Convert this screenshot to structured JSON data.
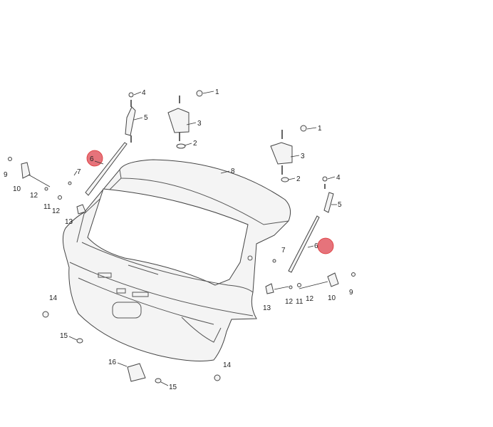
{
  "diagram": {
    "title": "Liftgate assembly exploded view",
    "highlight_color": "#e0505a",
    "highlighted_part": "6",
    "callouts": {
      "c1a": "1",
      "c1b": "1",
      "c2a": "2",
      "c2b": "2",
      "c3a": "3",
      "c3b": "3",
      "c4a": "4",
      "c4b": "4",
      "c5a": "5",
      "c5b": "5",
      "c6a": "6",
      "c6b": "6",
      "c7a": "7",
      "c7b": "7",
      "c8": "8",
      "c9a": "9",
      "c9b": "9",
      "c10a": "10",
      "c10b": "10",
      "c11a": "11",
      "c11b": "11",
      "c12a": "12",
      "c12b": "12",
      "c12c": "12",
      "c12d": "12",
      "c13a": "13",
      "c13b": "13",
      "c14a": "14",
      "c14b": "14",
      "c15a": "15",
      "c15b": "15",
      "c16": "16"
    }
  }
}
